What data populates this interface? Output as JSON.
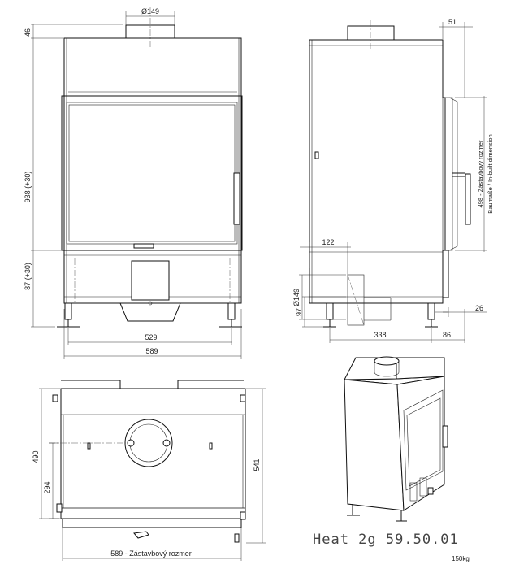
{
  "title": "Heat 2g 59.50.01",
  "weight": "150kg",
  "front_view": {
    "flue_diameter": "Ø149",
    "top_offset": "46",
    "height_main": "938 (+30)",
    "height_lower": "87 (+30)",
    "inner_width": "529",
    "outer_width": "589"
  },
  "side_view": {
    "top_offset": "51",
    "install_depth_1": "498 - Zástavbový rozmer",
    "install_depth_2": "Baumaße / In-built dimension",
    "flue_offset": "122",
    "flue_diameter": "Ø149",
    "flue_height": "97",
    "depth_main": "338",
    "depth_rear": "86",
    "foot_offset": "26"
  },
  "top_view": {
    "depth_total": "490",
    "depth_to_flue": "294",
    "depth_outer": "541",
    "install_width": "589 - Zástavbový rozmer"
  }
}
